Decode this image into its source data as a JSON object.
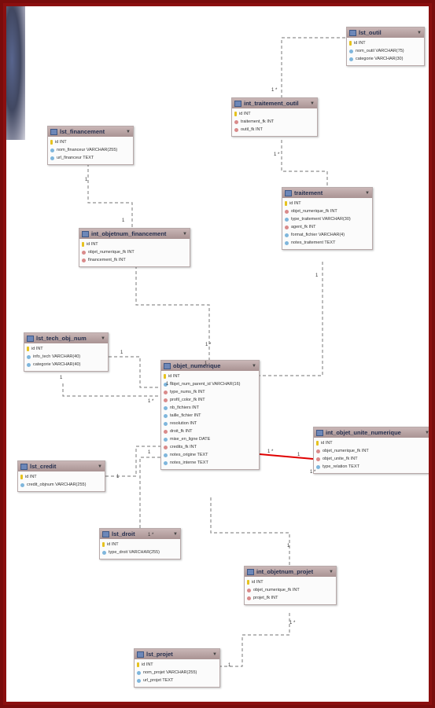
{
  "entities": [
    {
      "title": "lst_outil",
      "fields": [
        [
          "key",
          "id INT"
        ],
        [
          "col",
          "nom_outil VARCHAR(75)"
        ],
        [
          "col",
          "categorie VARCHAR(30)"
        ]
      ]
    },
    {
      "title": "int_traitement_outil",
      "fields": [
        [
          "key",
          "id INT"
        ],
        [
          "fk",
          "traitement_fk INT"
        ],
        [
          "fk",
          "outil_fk INT"
        ]
      ]
    },
    {
      "title": "lst_financement",
      "fields": [
        [
          "key",
          "id INT"
        ],
        [
          "col",
          "nom_financeur VARCHAR(255)"
        ],
        [
          "col",
          "url_financeur TEXT"
        ]
      ]
    },
    {
      "title": "traitement",
      "fields": [
        [
          "key",
          "id INT"
        ],
        [
          "fk",
          "objet_numerique_fk INT"
        ],
        [
          "col",
          "type_traitement VARCHAR(30)"
        ],
        [
          "fk",
          "agent_fk INT"
        ],
        [
          "col",
          "format_fichier VARCHAR(4)"
        ],
        [
          "col",
          "notes_traitement TEXT"
        ]
      ]
    },
    {
      "title": "int_objetnum_financement",
      "fields": [
        [
          "key",
          "id INT"
        ],
        [
          "fk",
          "objet_numerique_fk INT"
        ],
        [
          "fk",
          "financement_fk INT"
        ]
      ]
    },
    {
      "title": "lst_tech_obj_num",
      "fields": [
        [
          "key",
          "id INT"
        ],
        [
          "col",
          "info_tech VARCHAR(40)"
        ],
        [
          "col",
          "categorie VARCHAR(40)"
        ]
      ]
    },
    {
      "title": "objet_numerique",
      "fields": [
        [
          "key",
          "id INT"
        ],
        [
          "col",
          "objet_num_parent_id VARCHAR(16)"
        ],
        [
          "fk",
          "type_nums_fk INT"
        ],
        [
          "fk",
          "profil_color_fk INT"
        ],
        [
          "col",
          "nb_fichiers INT"
        ],
        [
          "col",
          "taille_fichier INT"
        ],
        [
          "col",
          "resolution INT"
        ],
        [
          "fk",
          "droit_fk INT"
        ],
        [
          "col",
          "mise_en_ligne DATE"
        ],
        [
          "fk",
          "credits_fk INT"
        ],
        [
          "col",
          "notes_origine TEXT"
        ],
        [
          "col",
          "notes_interne TEXT"
        ]
      ]
    },
    {
      "title": "int_objet_unite_numerique",
      "fields": [
        [
          "key",
          "id INT"
        ],
        [
          "fk",
          "objet_numerique_fk INT"
        ],
        [
          "fk",
          "objet_unite_fk INT"
        ],
        [
          "col",
          "type_relation TEXT"
        ]
      ]
    },
    {
      "title": "lst_credit",
      "fields": [
        [
          "key",
          "id INT"
        ],
        [
          "col",
          "credit_objnum VARCHAR(255)"
        ]
      ]
    },
    {
      "title": "lst_droit",
      "fields": [
        [
          "key",
          "id INT"
        ],
        [
          "col",
          "type_droit VARCHAR(255)"
        ]
      ]
    },
    {
      "title": "int_objetnum_projet",
      "fields": [
        [
          "key",
          "id INT"
        ],
        [
          "fk",
          "objet_numerique_fk INT"
        ],
        [
          "fk",
          "projet_fk INT"
        ]
      ]
    },
    {
      "title": "lst_projet",
      "fields": [
        [
          "key",
          "id INT"
        ],
        [
          "col",
          "nom_projet VARCHAR(255)"
        ],
        [
          "col",
          "url_projet TEXT"
        ]
      ]
    }
  ],
  "cardinalities": [
    "1 *",
    "1 *",
    "1",
    "1",
    "1 *",
    "1",
    "1 *",
    "1",
    "1",
    "1 *",
    "1",
    "1 *",
    "1",
    "1",
    "1",
    "1 *",
    "1",
    "1 *",
    "1",
    "1 *"
  ],
  "colors": {
    "frame": "#8b0f0f",
    "highlight_line": "#e00000",
    "header": "#b9a3a3"
  },
  "icons": {
    "entity": "table-icon",
    "primary_key": "key-icon",
    "foreign_key": "foreign-key-icon",
    "column": "column-icon",
    "menu": "chevron-down-icon"
  }
}
